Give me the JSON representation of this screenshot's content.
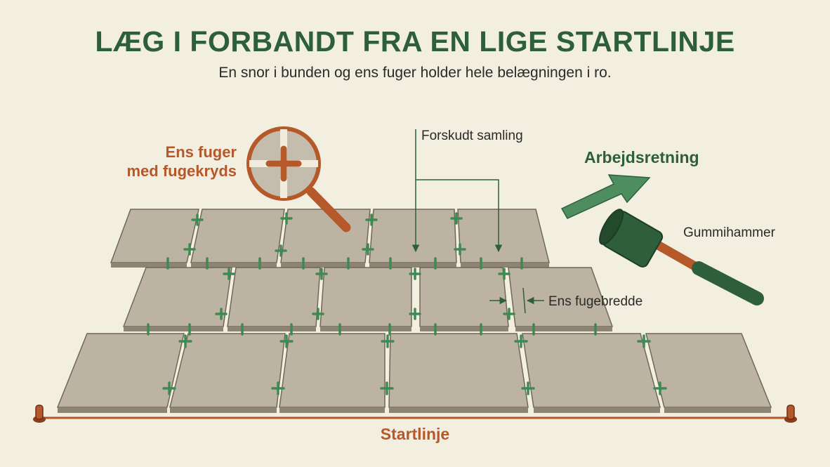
{
  "title": "LÆG I FORBANDT FRA EN LIGE STARTLINJE",
  "subtitle": "En snor i bunden og ens fuger holder hele belægningen i ro.",
  "labels": {
    "joints_line1": "Ens fuger",
    "joints_line2": "med fugekryds",
    "offset_joint": "Forskudt samling",
    "work_direction": "Arbejdsretning",
    "rubber_mallet": "Gummihammer",
    "joint_width": "Ens fugebredde",
    "start_line": "Startlinje"
  },
  "colors": {
    "background": "#f3efe0",
    "title_green": "#2d5f3c",
    "accent_orange": "#b5582a",
    "tile": "#bdb3a2",
    "spacer_green": "#3f8a52"
  }
}
